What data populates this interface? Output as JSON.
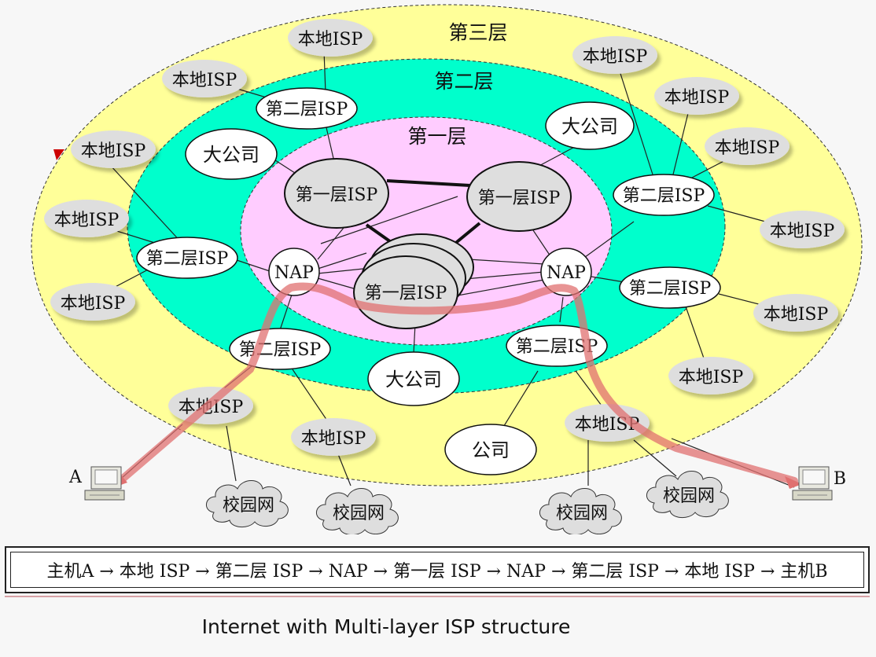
{
  "layers": {
    "tier3": "第三层",
    "tier2": "第二层",
    "tier1": "第一层"
  },
  "labels": {
    "local_isp": "本地ISP",
    "tier2_isp": "第二层ISP",
    "tier1_isp": "第一层ISP",
    "nap": "NAP",
    "big_company": "大公司",
    "company": "公司",
    "campus_net": "校园网",
    "host_a": "A",
    "host_b": "B"
  },
  "route": "主机A → 本地 ISP → 第二层 ISP → NAP → 第一层 ISP → NAP → 第二层 ISP → 本地 ISP → 主机B",
  "caption": "Internet with Multi-layer ISP structure",
  "colors": {
    "tier3_fill": "#ffff99",
    "tier2_fill": "#00ffcc",
    "tier1_fill": "#ffccff",
    "local_isp_fill": "#dddddd",
    "route_path": "#e88080"
  }
}
